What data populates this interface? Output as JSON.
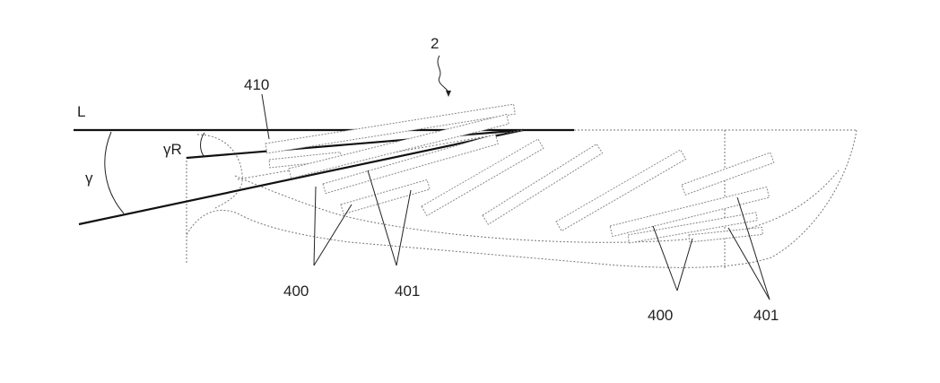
{
  "figure": {
    "ref_numeral": "2",
    "line_label": "L",
    "angle_gamma": "γ",
    "angle_gamma_r": "γR",
    "label_410": "410",
    "left_group": {
      "label_400": "400",
      "label_401": "401"
    },
    "right_group": {
      "label_400": "400",
      "label_401": "401"
    }
  }
}
